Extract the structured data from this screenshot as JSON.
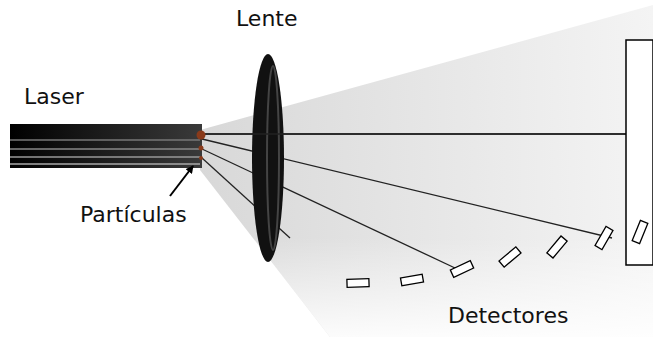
{
  "diagram": {
    "labels": [
      "Lente",
      "Laser",
      "Partículas",
      "Detectores"
    ]
  }
}
